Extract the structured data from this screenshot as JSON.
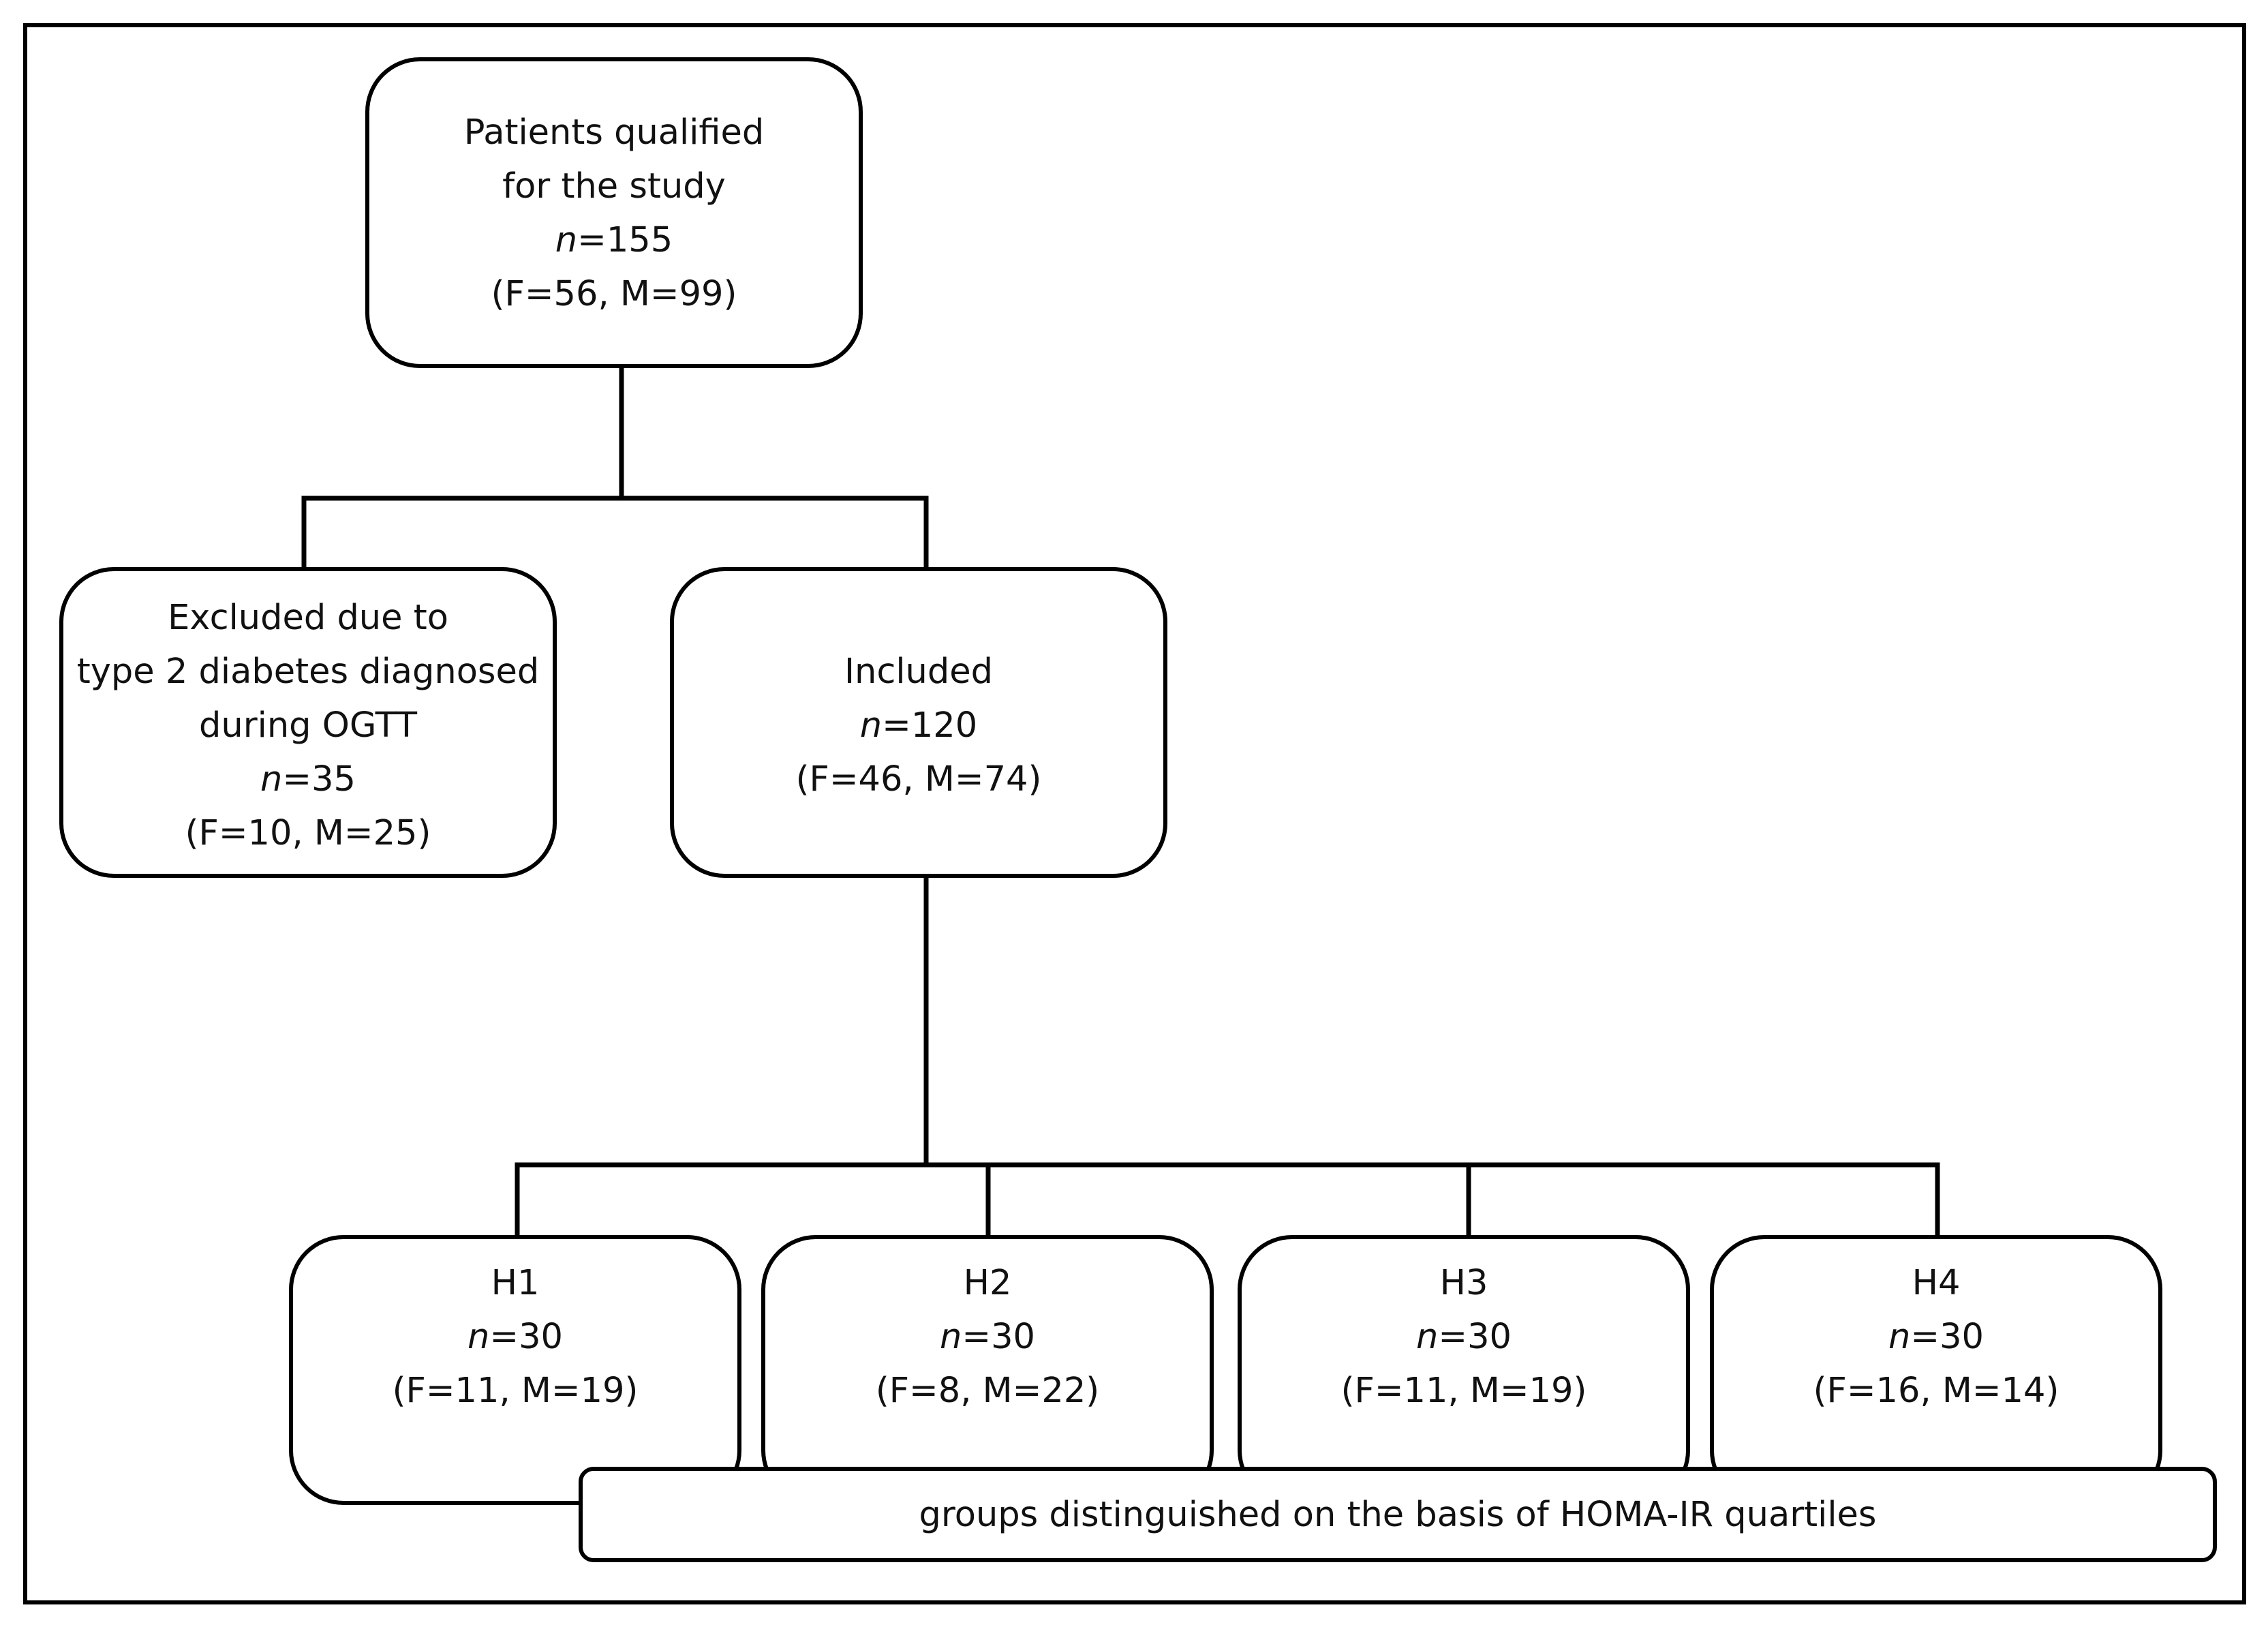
{
  "diagram": {
    "root": {
      "lines": [
        "Patients qualified",
        "for the study"
      ],
      "n_label": "n",
      "n_value": "=155",
      "breakdown": "(F=56, M=99)"
    },
    "excluded": {
      "lines": [
        "Excluded due to",
        "type 2 diabetes diagnosed",
        "during OGTT"
      ],
      "n_label": "n",
      "n_value": "=35",
      "breakdown": "(F=10, M=25)"
    },
    "included": {
      "lines": [
        "Included"
      ],
      "n_label": "n",
      "n_value": "=120",
      "breakdown": "(F=46, M=74)"
    },
    "groups": [
      {
        "label": "H1",
        "n_label": "n",
        "n_value": "=30",
        "breakdown": "(F=11, M=19)"
      },
      {
        "label": "H2",
        "n_label": "n",
        "n_value": "=30",
        "breakdown": "(F=8, M=22)"
      },
      {
        "label": "H3",
        "n_label": "n",
        "n_value": "=30",
        "breakdown": "(F=11, M=19)"
      },
      {
        "label": "H4",
        "n_label": "n",
        "n_value": "=30",
        "breakdown": "(F=16, M=14)"
      }
    ],
    "caption": "groups distinguished on the basis of HOMA-IR quartiles"
  }
}
